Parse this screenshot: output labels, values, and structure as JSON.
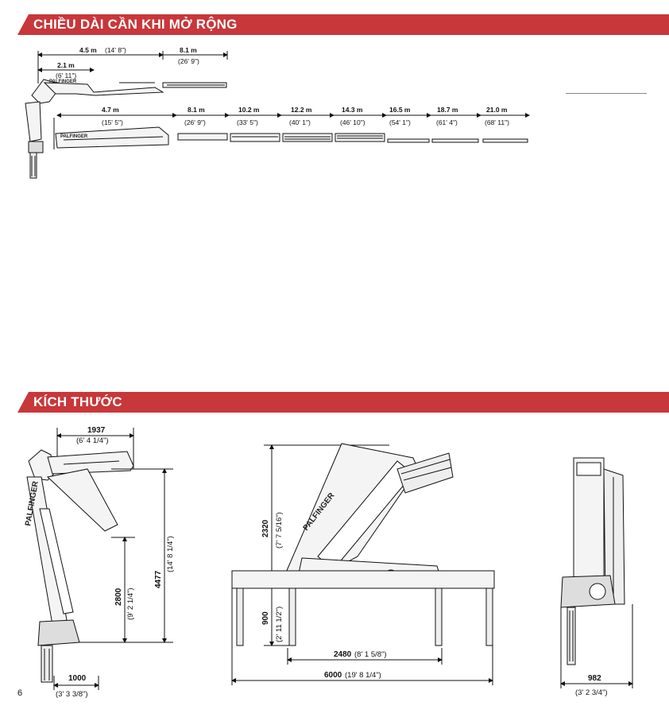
{
  "sections": {
    "extension": {
      "title": "CHIỀU DÀI CẦN KHI MỞ RỘNG"
    },
    "dimensions": {
      "title": "KÍCH THƯỚC"
    }
  },
  "brand": "PALFINGER",
  "page_number": "6",
  "colors": {
    "banner": "#c8373a",
    "banner_text": "#ffffff"
  },
  "extension": {
    "base_reach": {
      "metric": "2.1 m",
      "imperial": "(6' 11\")"
    },
    "row1": [
      {
        "metric": "4.5 m",
        "imperial": "(14' 8\")"
      },
      {
        "metric": "8.1 m",
        "imperial": "(26' 9\")"
      }
    ],
    "row2": [
      {
        "metric": "4.7 m",
        "imperial": "(15' 5\")"
      },
      {
        "metric": "8.1 m",
        "imperial": "(26' 9\")"
      },
      {
        "metric": "10.2 m",
        "imperial": "(33' 5\")"
      },
      {
        "metric": "12.2 m",
        "imperial": "(40' 1\")"
      },
      {
        "metric": "14.3 m",
        "imperial": "(46' 10\")"
      },
      {
        "metric": "16.5 m",
        "imperial": "(54' 1\")"
      },
      {
        "metric": "18.7 m",
        "imperial": "(61' 4\")"
      },
      {
        "metric": "21.0 m",
        "imperial": "(68' 11\")"
      }
    ]
  },
  "dimensions": {
    "side": {
      "top_width": {
        "value": "1937",
        "imperial": "(6' 4 1/4\")"
      },
      "mid_height": {
        "value": "2800",
        "imperial": "(9' 2 1/4\")"
      },
      "total_height": {
        "value": "4477",
        "imperial": "(14' 8 1/4\")"
      },
      "base_width": {
        "value": "1000",
        "imperial": "(3' 3 3/8\")"
      }
    },
    "front": {
      "upper_height": {
        "value": "2320",
        "imperial": "(7' 7 5/16\")"
      },
      "lower_height": {
        "value": "900",
        "imperial": "(2' 11 1/2\")"
      },
      "inner_width": {
        "value": "2480",
        "imperial": "(8' 1 5/8\")"
      },
      "outer_width": {
        "value": "6000",
        "imperial": "(19' 8 1/4\")"
      }
    },
    "rear": {
      "width": {
        "value": "982",
        "imperial": "(3' 2 3/4\")"
      }
    }
  }
}
